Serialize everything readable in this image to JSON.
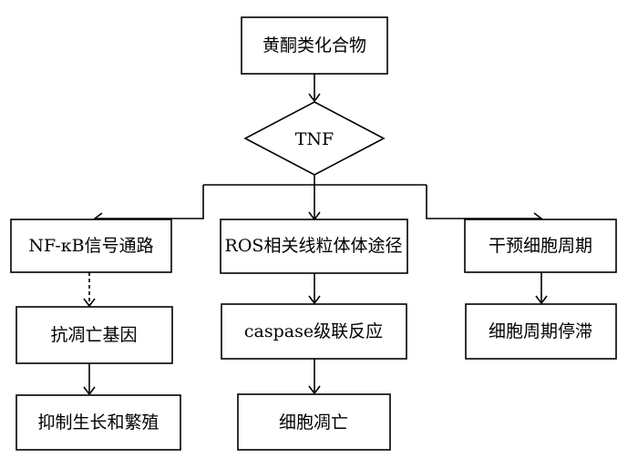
{
  "diagram": {
    "nodes": {
      "flavonoids": "黄酮类化合物",
      "tnf": "TNF",
      "nfkb_pathway": "NF-κB信号通路",
      "ros_pathway": "ROS相关线粒体体途径",
      "cell_cycle_intervention": "干预细胞周期",
      "anti_apoptosis_genes": "抗凋亡基因",
      "caspase_cascade": "caspase级联反应",
      "cell_cycle_arrest": "细胞周期停滞",
      "inhibit_growth": "抑制生长和繁殖",
      "apoptosis": "细胞凋亡"
    },
    "edges": [
      {
        "from": "flavonoids",
        "to": "tnf",
        "style": "solid"
      },
      {
        "from": "tnf",
        "to": "nfkb_pathway",
        "style": "solid"
      },
      {
        "from": "tnf",
        "to": "ros_pathway",
        "style": "solid"
      },
      {
        "from": "tnf",
        "to": "cell_cycle_intervention",
        "style": "solid"
      },
      {
        "from": "nfkb_pathway",
        "to": "anti_apoptosis_genes",
        "style": "dashed"
      },
      {
        "from": "anti_apoptosis_genes",
        "to": "inhibit_growth",
        "style": "solid"
      },
      {
        "from": "ros_pathway",
        "to": "caspase_cascade",
        "style": "solid"
      },
      {
        "from": "caspase_cascade",
        "to": "apoptosis",
        "style": "solid"
      },
      {
        "from": "cell_cycle_intervention",
        "to": "cell_cycle_arrest",
        "style": "solid"
      }
    ]
  }
}
